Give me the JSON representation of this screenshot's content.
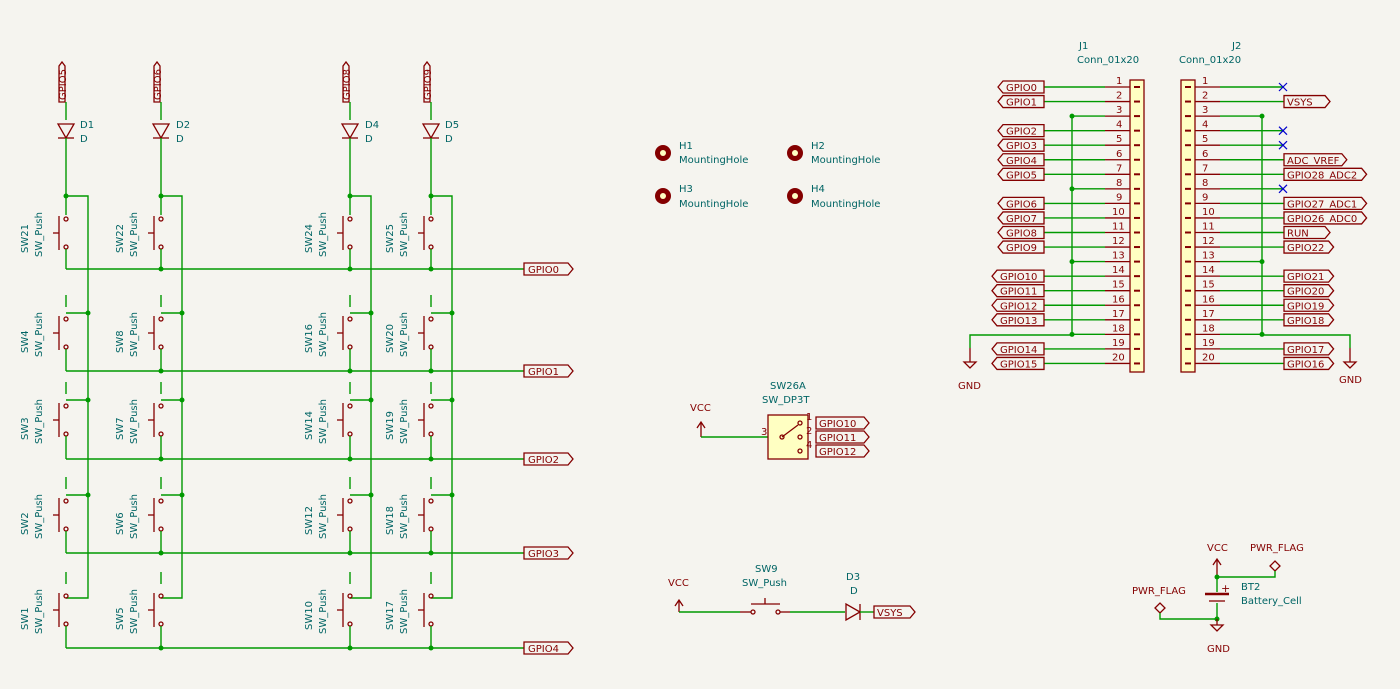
{
  "colors": {
    "wire": "#009900",
    "component": "#840000",
    "fill": "#ffffc2",
    "ref_text": "#006464",
    "background": "#f5f4ef",
    "no_connect": "#0000cc"
  },
  "diodes": [
    {
      "ref": "D1",
      "value": "D",
      "net": "GPIO5"
    },
    {
      "ref": "D2",
      "value": "D",
      "net": "GPIO6"
    },
    {
      "ref": "D4",
      "value": "D",
      "net": "GPIO8"
    },
    {
      "ref": "D5",
      "value": "D",
      "net": "GPIO9"
    }
  ],
  "matrix_rows": [
    "GPIO0",
    "GPIO1",
    "GPIO2",
    "GPIO3",
    "GPIO4"
  ],
  "switches": [
    [
      "SW21",
      "SW22",
      "SW24",
      "SW25"
    ],
    [
      "SW4",
      "SW8",
      "SW16",
      "SW20"
    ],
    [
      "SW3",
      "SW7",
      "SW14",
      "SW19"
    ],
    [
      "SW2",
      "SW6",
      "SW12",
      "SW18"
    ],
    [
      "SW1",
      "SW5",
      "SW10",
      "SW17"
    ]
  ],
  "switch_value": "SW_Push",
  "holes": [
    {
      "ref": "H1",
      "value": "MountingHole"
    },
    {
      "ref": "H2",
      "value": "MountingHole"
    },
    {
      "ref": "H3",
      "value": "MountingHole"
    },
    {
      "ref": "H4",
      "value": "MountingHole"
    }
  ],
  "dp3t": {
    "ref": "SW26A",
    "value": "SW_DP3T",
    "power": "VCC",
    "outputs": [
      "GPIO10",
      "GPIO11",
      "GPIO12"
    ],
    "pin_common": "3",
    "pin_out": [
      "1",
      "2",
      "4"
    ]
  },
  "power_switch": {
    "ref": "SW9",
    "value": "SW_Push",
    "power": "VCC",
    "diode_ref": "D3",
    "diode_value": "D",
    "out_net": "VSYS"
  },
  "battery": {
    "ref": "BT2",
    "value": "Battery_Cell",
    "vcc": "VCC",
    "gnd": "GND",
    "flag1": "PWR_FLAG",
    "flag2": "PWR_FLAG"
  },
  "j1": {
    "ref": "J1",
    "value": "Conn_01x20",
    "gnd": "GND",
    "pins": [
      "1",
      "2",
      "3",
      "4",
      "5",
      "6",
      "7",
      "8",
      "9",
      "10",
      "11",
      "12",
      "13",
      "14",
      "15",
      "16",
      "17",
      "18",
      "19",
      "20"
    ],
    "nets": [
      "GPIO0",
      "GPIO1",
      "",
      "GPIO2",
      "GPIO3",
      "GPIO4",
      "GPIO5",
      "",
      "GPIO6",
      "GPIO7",
      "GPIO8",
      "GPIO9",
      "",
      "GPIO10",
      "GPIO11",
      "GPIO12",
      "GPIO13",
      "",
      "GPIO14",
      "GPIO15"
    ]
  },
  "j2": {
    "ref": "J2",
    "value": "Conn_01x20",
    "gnd": "GND",
    "pins": [
      "1",
      "2",
      "3",
      "4",
      "5",
      "6",
      "7",
      "8",
      "9",
      "10",
      "11",
      "12",
      "13",
      "14",
      "15",
      "16",
      "17",
      "18",
      "19",
      "20"
    ],
    "nets": [
      "",
      "VSYS",
      "",
      "",
      "",
      "ADC_VREF",
      "GPIO28_ADC2",
      "",
      "GPIO27_ADC1",
      "GPIO26_ADC0",
      "RUN",
      "GPIO22",
      "",
      "GPIO21",
      "GPIO20",
      "GPIO19",
      "GPIO18",
      "",
      "GPIO17",
      "GPIO16"
    ]
  }
}
